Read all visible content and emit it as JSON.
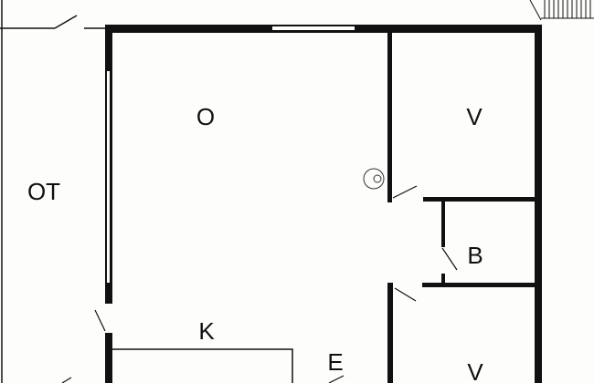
{
  "floorplan": {
    "rooms": [
      {
        "id": "o",
        "label": "O"
      },
      {
        "id": "ot",
        "label": "OT"
      },
      {
        "id": "v1",
        "label": "V"
      },
      {
        "id": "b",
        "label": "B"
      },
      {
        "id": "k",
        "label": "K"
      },
      {
        "id": "e",
        "label": "E"
      },
      {
        "id": "v2",
        "label": "V"
      }
    ],
    "colors": {
      "wall": "#111111",
      "background": "#fdfdfb"
    }
  }
}
